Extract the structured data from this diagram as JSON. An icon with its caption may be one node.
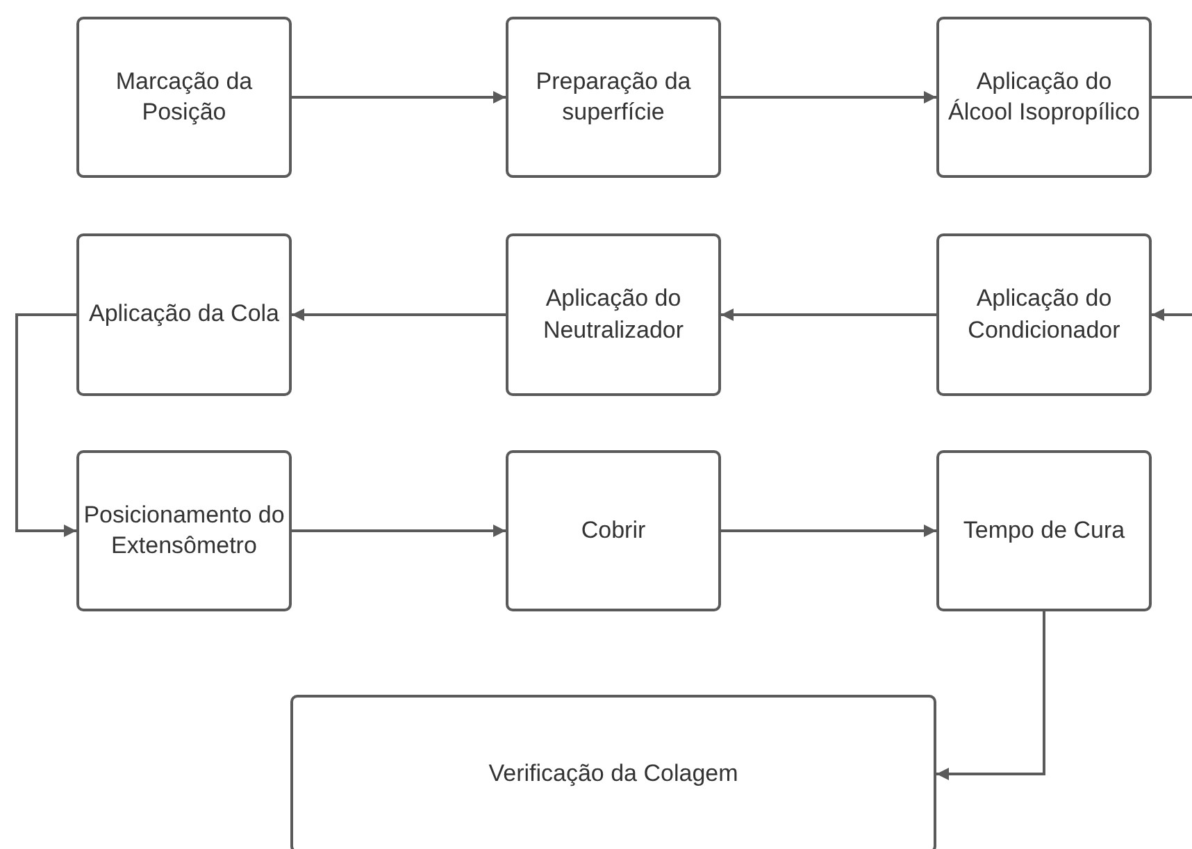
{
  "diagram": {
    "nodes": [
      {
        "text": [
          "Marcação da Posição"
        ]
      },
      {
        "text": [
          "Preparação da superfície"
        ]
      },
      {
        "text": [
          "Aplicação do Álcool Isopropílico"
        ]
      },
      {
        "text": [
          "Aplicação da Cola"
        ]
      },
      {
        "text": [
          "Aplicação do Neutralizador"
        ]
      },
      {
        "text": [
          "Aplicação do Condicionador"
        ]
      },
      {
        "text": [
          "Posicionamento do Extensômetro"
        ]
      },
      {
        "text": [
          "Cobrir"
        ]
      },
      {
        "text": [
          "Tempo de Cura"
        ]
      },
      {
        "text": [
          "Verificação da Colagem"
        ]
      }
    ],
    "edges": [
      {
        "from": 0,
        "to": 1,
        "arrow": "to"
      },
      {
        "from": 1,
        "to": 2,
        "arrow": "to"
      },
      {
        "from": 2,
        "to": null,
        "arrow": "none"
      },
      {
        "from": null,
        "to": 5,
        "arrow": "to"
      },
      {
        "from": 5,
        "to": 4,
        "arrow": "to"
      },
      {
        "from": 4,
        "to": 3,
        "arrow": "to"
      },
      {
        "from": 3,
        "to": 6,
        "arrow": "to"
      },
      {
        "from": 6,
        "to": 7,
        "arrow": "to"
      },
      {
        "from": 7,
        "to": 8,
        "arrow": "to"
      },
      {
        "from": 8,
        "to": 9,
        "arrow": "to"
      }
    ]
  }
}
